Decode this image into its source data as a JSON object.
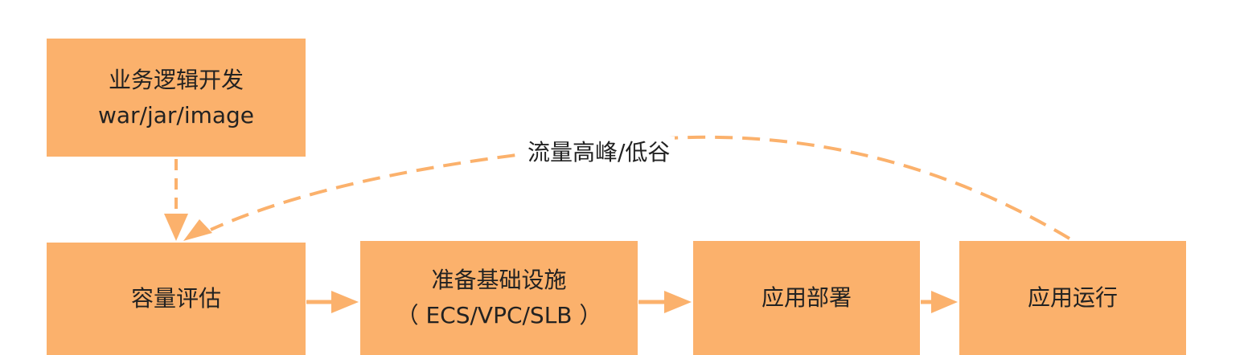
{
  "colors": {
    "node_fill": "#fbb16c",
    "edge": "#fbb16c",
    "text": "#222222",
    "background": "#ffffff"
  },
  "nodes": {
    "dev": {
      "line1": "业务逻辑开发",
      "line2": "war/jar/image"
    },
    "capacity": {
      "label": "容量评估"
    },
    "infra": {
      "line1": "准备基础设施",
      "line2": "（ ECS/VPC/SLB ）"
    },
    "deploy": {
      "label": "应用部署"
    },
    "run": {
      "label": "应用运行"
    }
  },
  "edges": {
    "loop_label": "流量高峰/低谷"
  }
}
